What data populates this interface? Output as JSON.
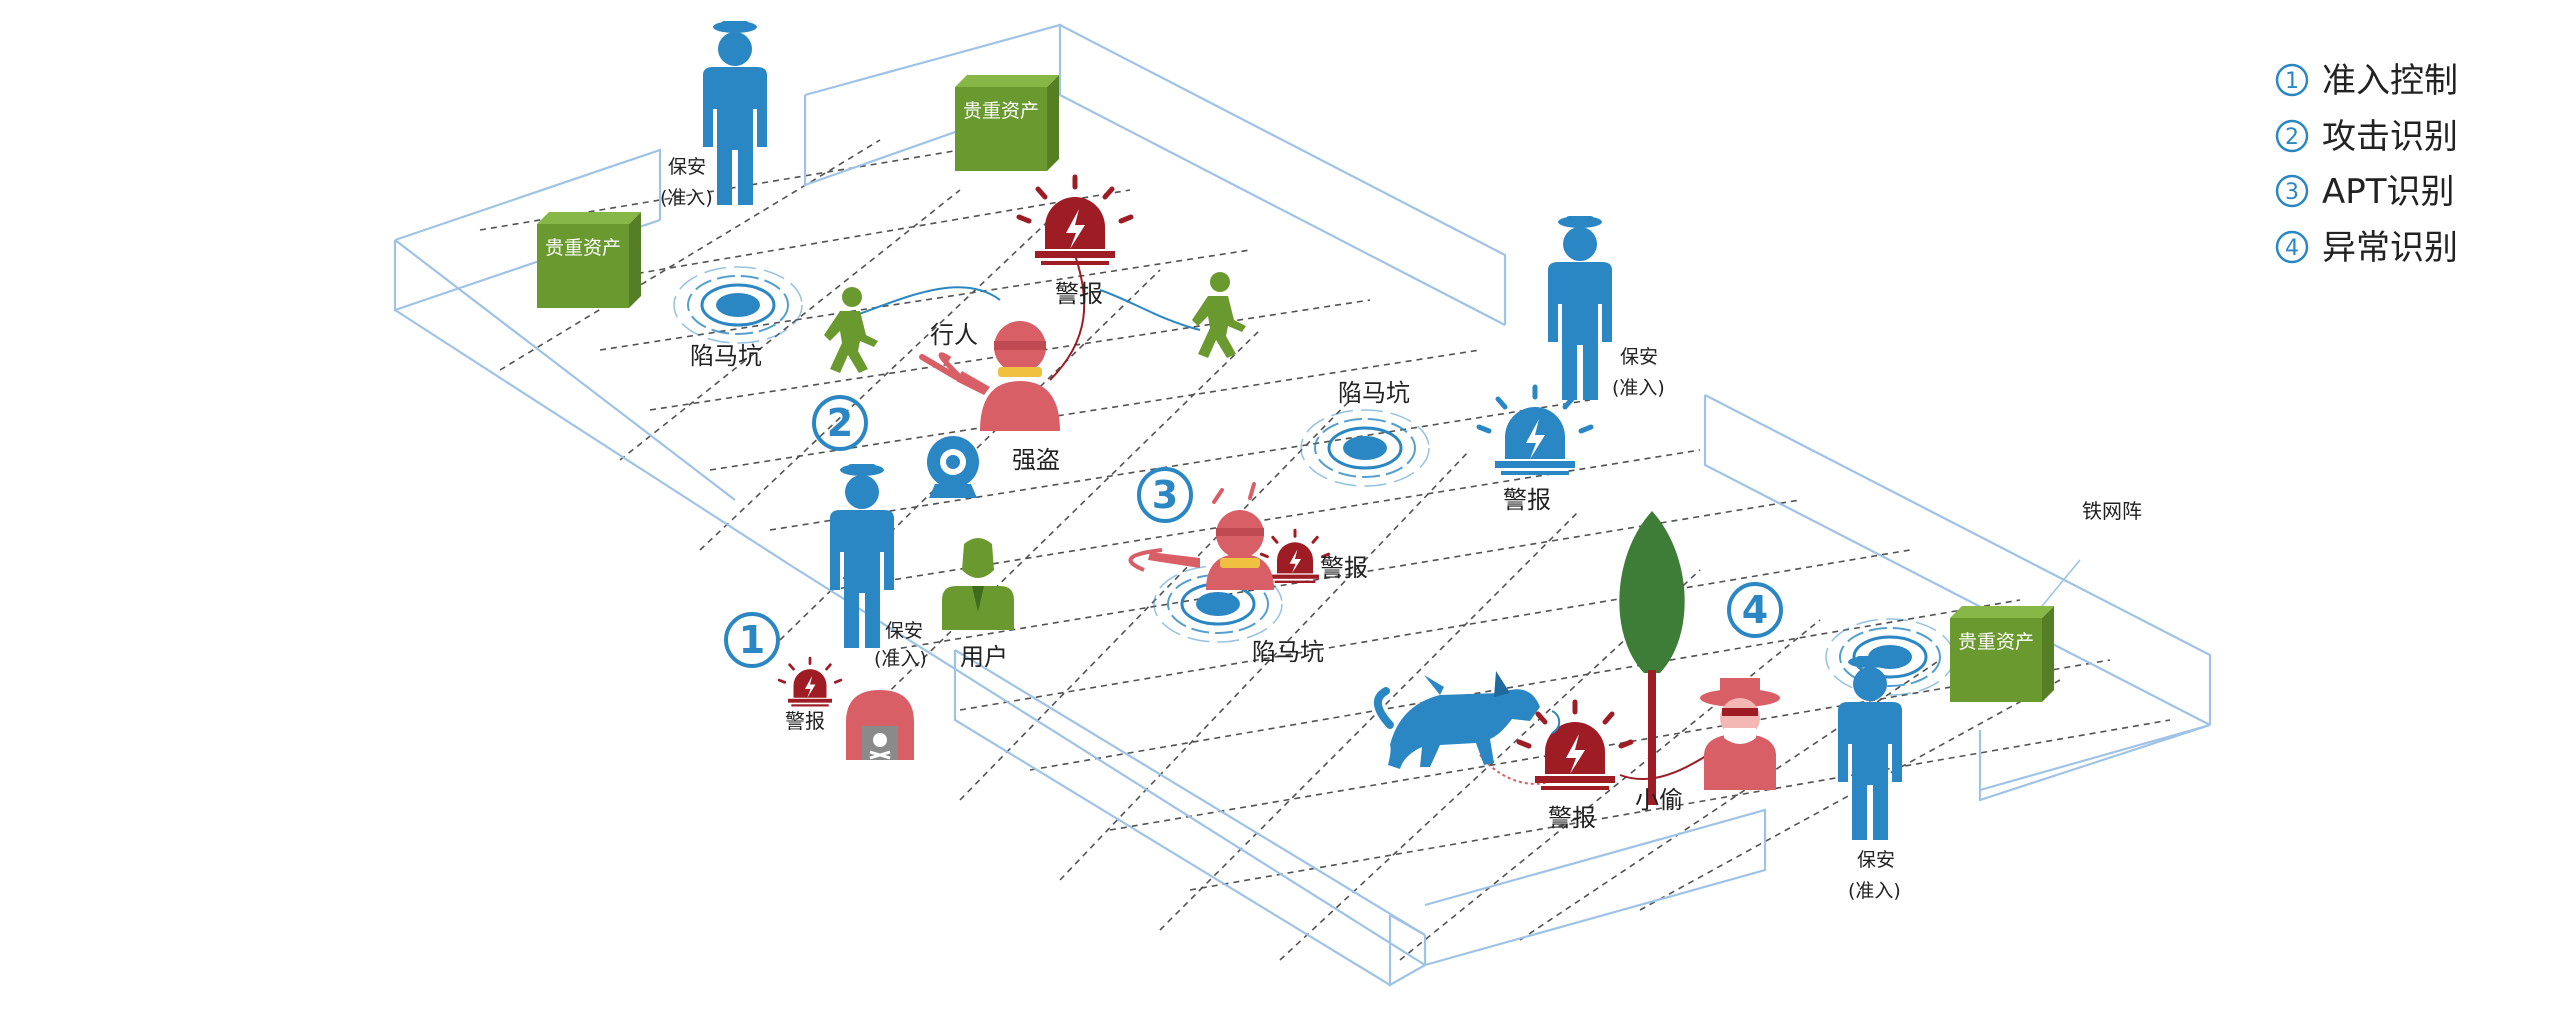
{
  "legend": [
    {
      "num": "1",
      "label": "准入控制"
    },
    {
      "num": "2",
      "label": "攻击识别"
    },
    {
      "num": "3",
      "label": "APT识别"
    },
    {
      "num": "4",
      "label": "异常识别"
    }
  ],
  "labels": {
    "asset": "贵重资产",
    "guard": "保安",
    "guard_sub": "(准入)",
    "pit": "陷马坑",
    "alarm": "警报",
    "pedestrian": "行人",
    "robber": "强盗",
    "user": "用户",
    "thief": "小偷",
    "wire": "铁网阵"
  },
  "markers": [
    "1",
    "2",
    "3",
    "4"
  ],
  "colors": {
    "blue": "#2b87c3",
    "green": "#6a9a2f",
    "darkred": "#9e1c24",
    "red": "#d95f66",
    "wall": "#9fc3e6",
    "tree": "#3e7d38"
  }
}
